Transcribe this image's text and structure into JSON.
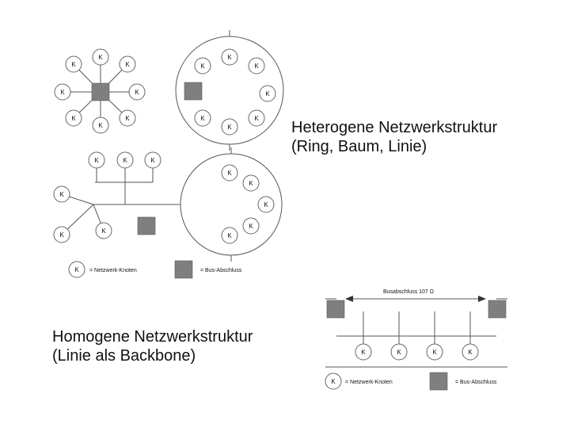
{
  "node_letter": "K",
  "captions": {
    "heterogeneous": {
      "line1": "Heterogene Netzwerkstruktur",
      "line2": "(Ring, Baum, Linie)"
    },
    "homogeneous": {
      "line1": "Homogene Netzwerkstruktur",
      "line2": "(Linie als Backbone)"
    }
  },
  "legend_top": {
    "node": "= Netzwerk-Knoten",
    "terminator": "= Bus-Abschluss"
  },
  "legend_bottom": {
    "node": "= Netzwerk-Knoten",
    "terminator": "= Bus-Abschluss"
  },
  "bus_label": "Busabschluss 107 Ω",
  "colors": {
    "terminator_fill": "#7f7f7f",
    "line": "#555555",
    "node_stroke": "#666666",
    "text": "#111111"
  }
}
